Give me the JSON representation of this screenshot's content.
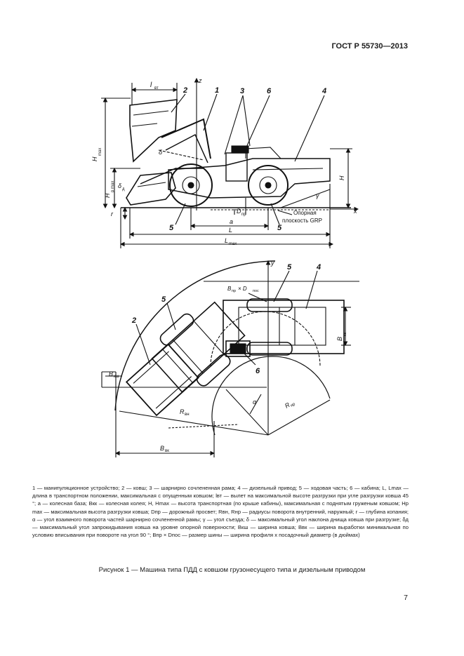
{
  "header": {
    "standard": "ГОСТ Р 55730—2013"
  },
  "figure": {
    "side_view_labels": {
      "l_st": "l",
      "l_st_sub": "вт",
      "n1": "1",
      "n2": "2",
      "n3": "3",
      "n6": "6",
      "n4": "4",
      "z": "z",
      "x": "x",
      "H_max": "H",
      "H_max_sub": "max",
      "H_p_max": "H",
      "H_p_max_sub": "p max",
      "H": "H",
      "r": "r",
      "delta": "δ",
      "delta_d": "δ",
      "delta_d_sub": "д",
      "gamma": "γ",
      "D_pr": "D",
      "D_pr_sub": "пр",
      "support_line1": "Опорная",
      "support_line2": "плоскость GRP",
      "n5a": "5",
      "n5b": "5",
      "a": "a",
      "L": "L",
      "L_max": "L",
      "L_max_sub": "max"
    },
    "top_view_labels": {
      "y": "y",
      "B_pr_D_pos": "B",
      "B_sub1": "пр",
      "times": "× D",
      "D_sub2": "пос",
      "n5": "5",
      "n4": "4",
      "n2": "2",
      "n6": "6",
      "B_kk": "B",
      "B_kk_sub": "кк",
      "B_kw": "B",
      "B_kw_sub": "кш",
      "B_vk": "B",
      "B_vk_sub": "вк",
      "R_vn": "R",
      "R_vn_sub": "вн",
      "R_nr": "R",
      "R_nr_sub": "нр",
      "alpha": "α"
    }
  },
  "legend": "1 — манипуляционное устройство; 2 — ковш; 3 — шарнирно сочлененная рама; 4 — дизельный привод; 5 — ходовая часть; 6 — кабина; L, Lmax — длина в транспортном положении, максимальная с опущенным ковшом; lвт — вылет на максимальной высоте разгрузки при угле разгрузки ковша 45 °; a — колесная база; Bкк — колесная колея; H, Hmax — высота транспортная (по крыше кабины), максимальная с поднятым груженым ковшом; Hp max — максимальная высота разгрузки ковша; Dпр — дорожный просвет; Rвн, Rнр — радиусы поворота внутренний, наружный; r — глубина копания; α — угол взаимного поворота частей шарнирно сочлененной рамы; γ — угол съезда; δ — максимальный угол наклона днища ковша при разгрузке; δд — максимальный угол запрокидывания ковша на уровне опорной поверхности; Bкш — ширина ковша; Bвк — ширина выработки минимальная по условию вписывания при повороте на угол 90 °; Bпр × Dпос — размер шины — ширина профиля х посадочный диаметр (в дюймах)",
  "caption": "Рисунок 1 — Машина типа ПДД с ковшом грузонесущего типа и дизельным приводом",
  "page_number": "7"
}
